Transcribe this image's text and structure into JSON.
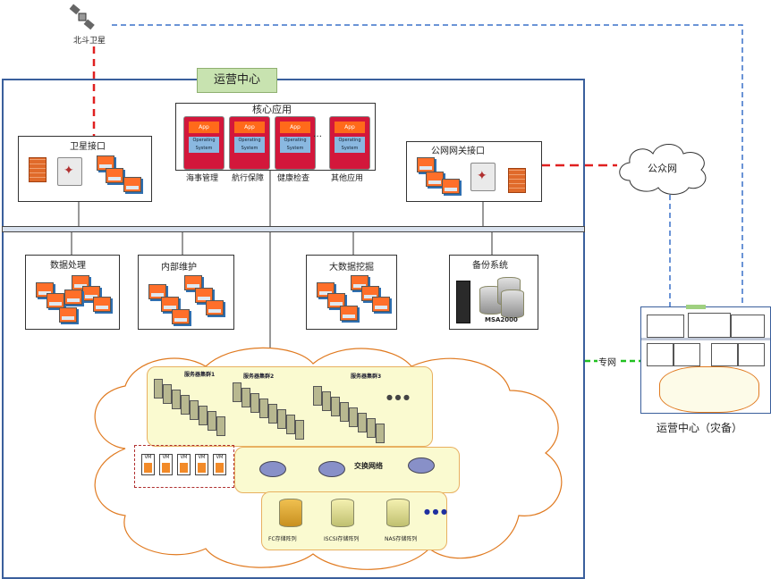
{
  "labels": {
    "satellite": "北斗卫星",
    "center_title": "运营中心",
    "core_apps": "核心应用",
    "satellite_interface": "卫星接口",
    "gateway_interface": "公网网关接口",
    "public_network": "公众网",
    "data_processing": "数据处理",
    "internal_maintenance": "内部维护",
    "big_data": "大数据挖掘",
    "backup_system": "备份系统",
    "msa": "MSA2000",
    "private_network": "专网",
    "backup_center": "运营中心（灾备）",
    "cluster1": "服务器集群1",
    "cluster2": "服务器集群2",
    "cluster3": "服务器集群3",
    "switch_network": "交换网络",
    "fc_storage": "FC存储阵列",
    "iscsi_storage": "ISCSI存储阵列",
    "nas_storage": "NAS存储阵列",
    "ellipsis": "…",
    "dots": "● ● ●"
  },
  "core_apps": [
    {
      "label": "海事管理",
      "app": "App",
      "os": "Operating System"
    },
    {
      "label": "航行保障",
      "app": "App",
      "os": "Operating System"
    },
    {
      "label": "健康检查",
      "app": "App",
      "os": "Operating System"
    },
    {
      "label": "其他应用",
      "app": "App",
      "os": "Operating System"
    }
  ],
  "vms": [
    "VM",
    "VM",
    "VM",
    "VM",
    "VM"
  ],
  "colors": {
    "frame": "#3a5f9c",
    "center_title_bg": "#c8e3b0",
    "red_link": "#e02020",
    "blue_link": "#3a70c8",
    "green_link": "#20c020",
    "cloud_border": "#e07a20",
    "cluster_bg": "#fafad0"
  }
}
